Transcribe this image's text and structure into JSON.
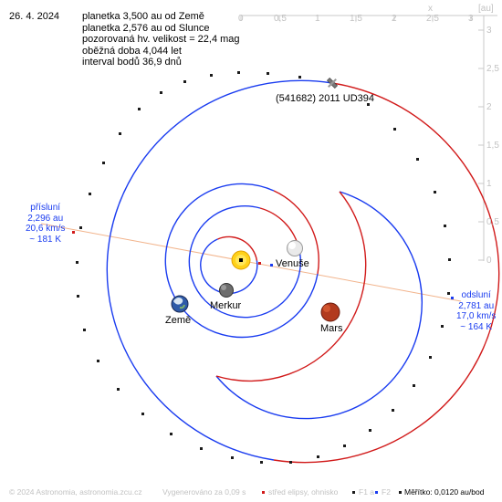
{
  "date": "26. 4. 2024",
  "info": {
    "line1": "planetka 3,500 au od Země",
    "line2": "planetka 2,576 au od Slunce",
    "line3": "pozorovaná hv. velikost = 22,4 mag",
    "line4": "oběžná doba 4,044 let",
    "line5": "interval bodů 36,9 dnů"
  },
  "asteroid_label": "(541682) 2011 UD394",
  "perihelion": {
    "title": "přísluní",
    "distance": "2,296 au",
    "speed": "20,6 km/s",
    "temp": "~ 181 K"
  },
  "aphelion": {
    "title": "odsluní",
    "distance": "2,781 au",
    "speed": "17,0 km/s",
    "temp": "~ 164 K"
  },
  "planets": {
    "venus": "Venuše",
    "mercury": "Merkur",
    "earth": "Země",
    "mars": "Mars"
  },
  "axis": {
    "x_label": "x",
    "unit": "[au]",
    "x_ticks": [
      "0",
      "0,5",
      "1",
      "1,5",
      "2",
      "2,5",
      "3"
    ],
    "y_ticks": [
      "3",
      "2,5",
      "2",
      "1,5",
      "1",
      "0,5",
      "0"
    ]
  },
  "footer": {
    "copyright": "© 2024 Astronomia, astronomia.zcu.cz",
    "generated": "Vygenerováno za 0,09 s",
    "center": "střed elipsy, ohnisko",
    "f1": "F1 a",
    "f2": "F2",
    "scale": "Měřítko: 0,0120 au/bod"
  },
  "colors": {
    "orbit_blue": "#1a3cf0",
    "orbit_red": "#d11a1a",
    "apsis_line": "#f2b48c",
    "sun": "#ffd21a",
    "axis_grey": "#c8c8c8"
  }
}
